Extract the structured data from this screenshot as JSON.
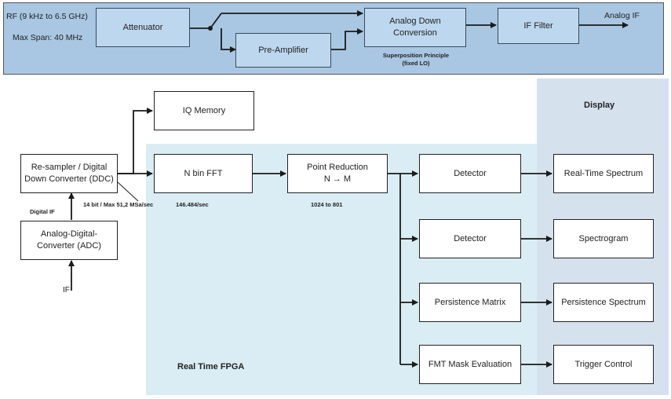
{
  "frontend": {
    "rf_range": "RF (9 kHz to 6.5 GHz)",
    "max_span": "Max Span: 40 MHz",
    "attenuator": "Attenuator",
    "pre_amplifier": "Pre-Amplifier",
    "analog_down_conversion": "Analog Down\nConversion",
    "superposition_note": "Superposition Principle\n(fixed LO)",
    "if_filter": "IF Filter",
    "analog_if": "Analog IF"
  },
  "acquisition": {
    "iq_memory": "IQ Memory",
    "ddc": "Re-sampler / Digital\nDown Converter (DDC)",
    "adc": "Analog-Digital-\nConverter (ADC)",
    "digital_if": "Digital IF",
    "if_input": "IF",
    "rate_label": "14 bit / Max 51,2 MSa/sec"
  },
  "fpga": {
    "region_label": "Real Time FPGA",
    "fft": "N bin FFT",
    "fft_rate": "146.484/sec",
    "point_reduction": "Point Reduction\nN → M",
    "reduction_label": "1024 to 801",
    "detector_1": "Detector",
    "detector_2": "Detector",
    "persistence_matrix": "Persistence Matrix",
    "fmt_mask": "FMT Mask Evaluation"
  },
  "display": {
    "region_label": "Display",
    "real_time_spectrum": "Real-Time Spectrum",
    "spectrogram": "Spectrogram",
    "persistence_spectrum": "Persistence Spectrum",
    "trigger_control": "Trigger Control"
  },
  "colors": {
    "frontend_bg": "#a9c7e3",
    "frontend_box": "#bdd7ee",
    "fpga_bg": "#daedf4",
    "display_bg": "#d6e1ee",
    "line": "#1a1a1a"
  }
}
